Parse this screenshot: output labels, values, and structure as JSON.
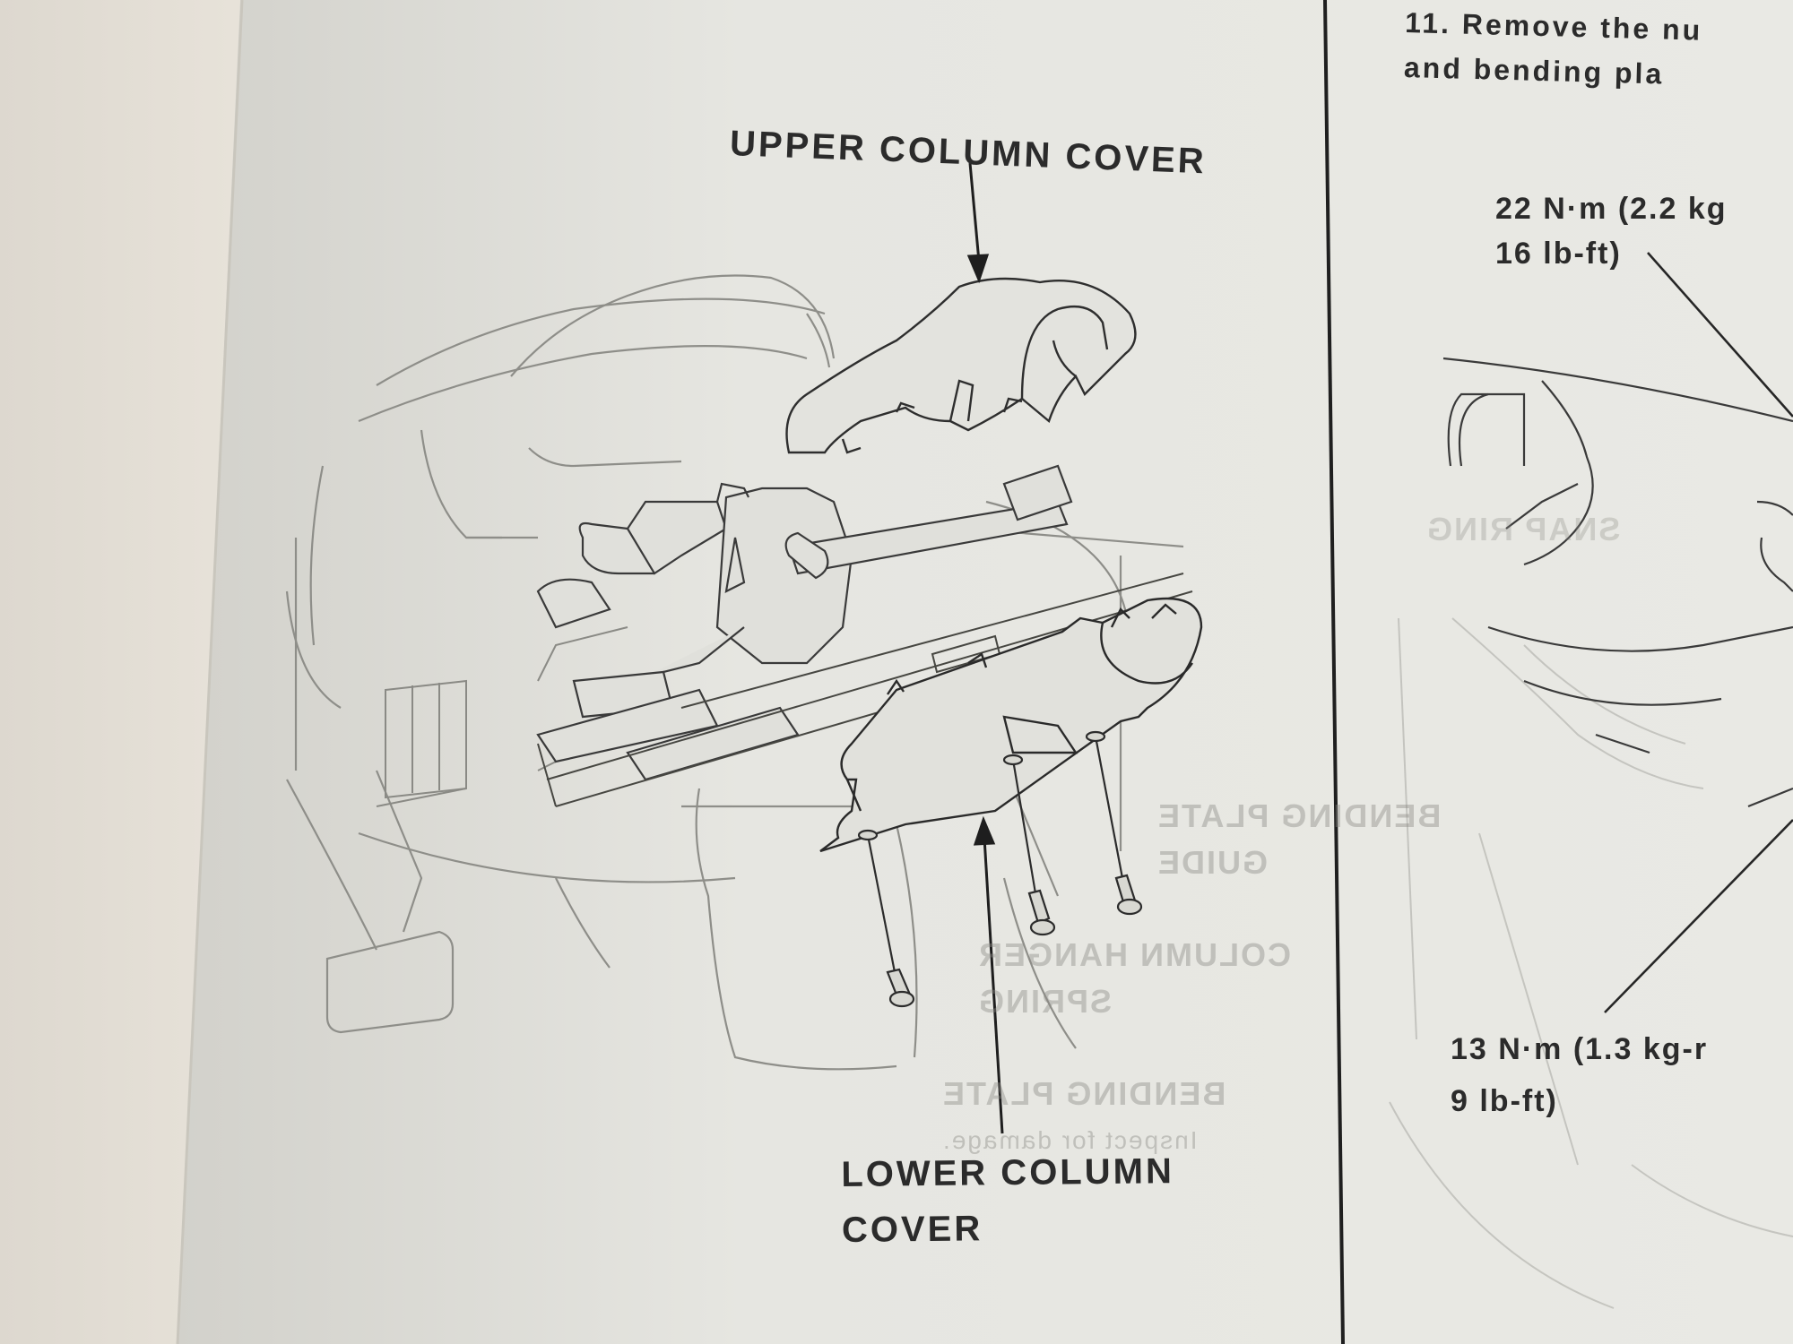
{
  "labels": {
    "upper_column_cover": "UPPER COLUMN COVER",
    "lower_column_cover_line1": "LOWER COLUMN",
    "lower_column_cover_line2": "COVER"
  },
  "right_column": {
    "step_line1": "11.  Remove the nu",
    "step_line2": "and bending pla",
    "torque_upper_line1": "22 N·m (2.2 kg",
    "torque_upper_line2": "16 lb-ft)",
    "torque_lower_line1": "13 N·m (1.3 kg-r",
    "torque_lower_line2": "9 lb-ft)"
  },
  "bleed_through": {
    "bending_plate_guide_line1": "BENDING PLATE",
    "bending_plate_guide_line2": "GUIDE",
    "column_hanger_spring_line1": "COLUMN HANGER",
    "column_hanger_spring_line2": "SPRING",
    "bending_plate_line1": "BENDING PLATE",
    "bending_plate_line2": "Inspect for damage.",
    "snap_ring": "SNAP RING"
  },
  "colors": {
    "page": "#ebebe6",
    "ink": "#2b2b2b",
    "faint_ink": "#9a9a95",
    "page_edge": "#e6e2da"
  }
}
